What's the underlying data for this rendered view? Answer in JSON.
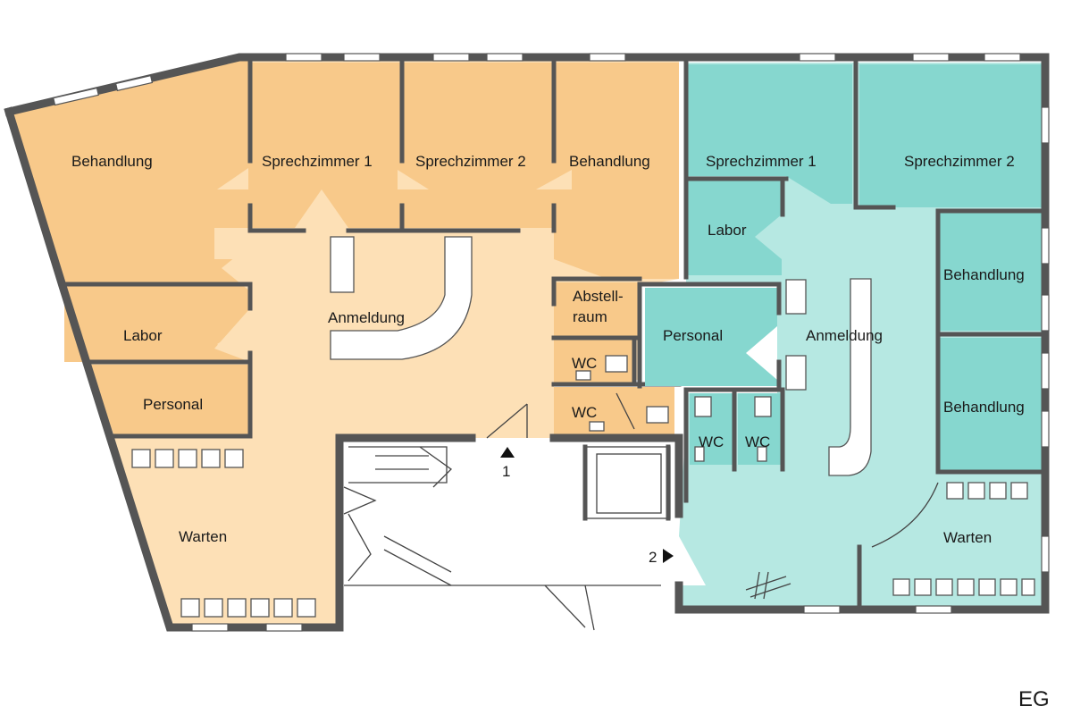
{
  "level_label": "EG",
  "colors": {
    "orange_room": "#f8c98a",
    "orange_hall": "#fde0b6",
    "teal_room": "#86d7cf",
    "teal_hall": "#b6e8e2",
    "wall": "#555555"
  },
  "practice_left": {
    "rooms": {
      "behandlung_1": "Behandlung",
      "sprechzimmer_1": "Sprechzimmer 1",
      "sprechzimmer_2": "Sprechzimmer 2",
      "behandlung_2": "Behandlung",
      "labor": "Labor",
      "personal": "Personal",
      "anmeldung": "Anmeldung",
      "abstellraum_1": "Abstell-",
      "abstellraum_2": "raum",
      "wc_1": "WC",
      "wc_2": "WC",
      "warten": "Warten"
    }
  },
  "practice_right": {
    "rooms": {
      "sprechzimmer_1": "Sprechzimmer 1",
      "sprechzimmer_2": "Sprechzimmer 2",
      "labor": "Labor",
      "personal": "Personal",
      "anmeldung": "Anmeldung",
      "behandlung_1": "Behandlung",
      "behandlung_2": "Behandlung",
      "wc_1": "WC",
      "wc_2": "WC",
      "warten": "Warten"
    }
  },
  "entrances": {
    "entrance_1": "1",
    "entrance_2": "2"
  }
}
